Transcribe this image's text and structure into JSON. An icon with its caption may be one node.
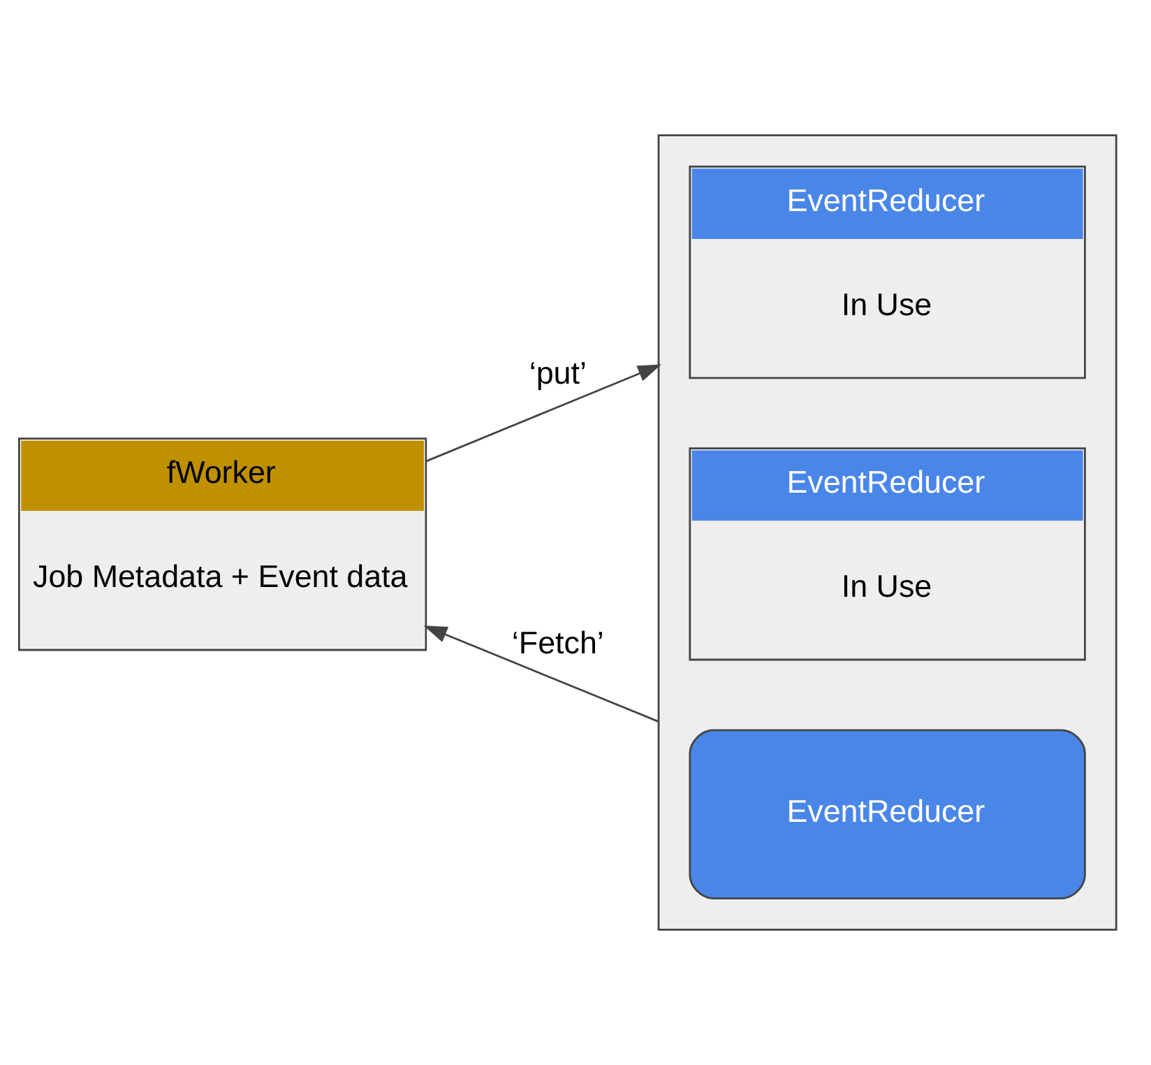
{
  "diagram": {
    "nodes": [
      {
        "text": [
          "fWorker",
          "Job Metadata + Event data"
        ]
      },
      {
        "text": [],
        "shape": "box"
      },
      {
        "text": [
          "EventReducer",
          "In Use"
        ],
        "in": 1
      },
      {
        "text": [
          "EventReducer",
          "In Use"
        ],
        "in": 1
      },
      {
        "text": [
          "EventReducer"
        ],
        "in": 1
      }
    ],
    "edges": [
      {
        "from": 0,
        "to": 1,
        "arrow": "to",
        "label": "‘put’"
      },
      {
        "from": 1,
        "to": 0,
        "arrow": "to",
        "label": "‘Fetch’"
      }
    ]
  }
}
